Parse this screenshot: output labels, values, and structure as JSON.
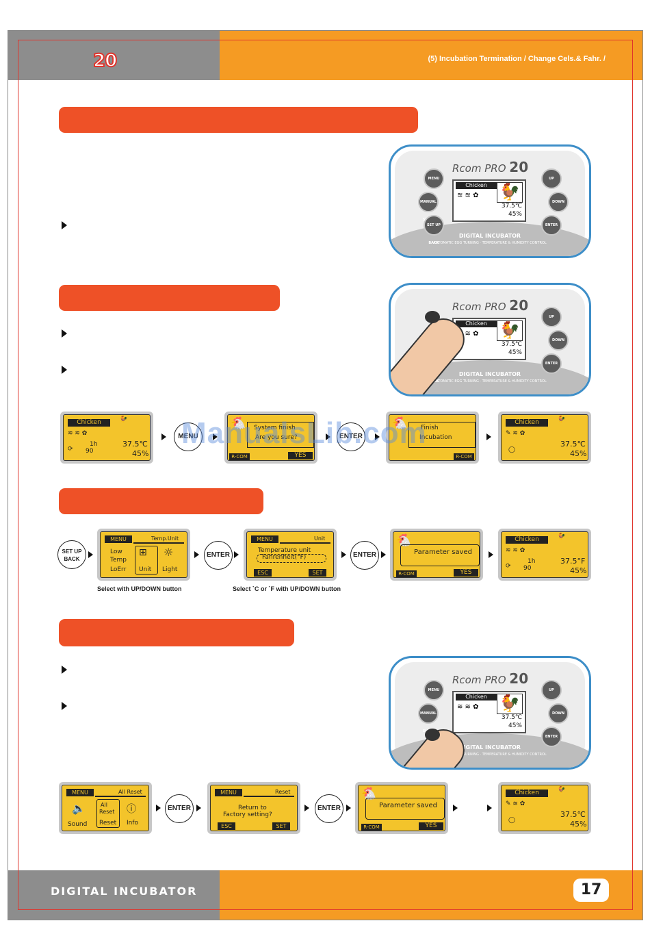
{
  "header": {
    "logo": "20",
    "title": "(5) Incubation  Termination / Change Cels.& Fahr. /"
  },
  "footer": {
    "title": "DIGITAL INCUBATOR",
    "page": "17"
  },
  "watermark": "ManualsLib.com",
  "device": {
    "brand_prefix": "Rcom PRO",
    "brand_num": "20",
    "menu": "MENU",
    "manual": "MANUAL SHIFT",
    "setup": "SET UP BACK",
    "up": "UP",
    "down": "DOWN",
    "enter": "ENTER",
    "lcd_label": "Chicken",
    "lcd_temp": "37.5℃",
    "lcd_hum": "45%",
    "label": "DIGITAL INCUBATOR",
    "sub": "AUTOMATIC EGG TURNING · TEMPERATURE & HUMIDITY CONTROL",
    "rooster": "🐓"
  },
  "row1": {
    "s1": {
      "label": "Chicken",
      "temp": "37.5℃",
      "hum": "45%",
      "time": "1h",
      "num": "90"
    },
    "btn_menu": "MENU",
    "s2": {
      "line1": "System finish",
      "line2": "Are you sure?",
      "brand": "R-COM",
      "yes": "YES"
    },
    "btn_enter": "ENTER",
    "s3": {
      "line1": "Finish",
      "line2": "Incubation",
      "brand": "R-COM"
    },
    "s4": {
      "label": "Chicken",
      "temp": "37.5℃",
      "hum": "45%"
    }
  },
  "row2": {
    "btn_setup": "SET UP\nBACK",
    "s1": {
      "menu": "MENU",
      "title": "Temp.Unit",
      "col1a": "Low",
      "col1b": "Temp",
      "col1c": "LoErr",
      "sel": "Unit",
      "light": "Light"
    },
    "btn_enter1": "ENTER",
    "s2": {
      "menu": "MENU",
      "title": "Unit",
      "line1": "Temperature unit",
      "line2": "Fahrenheit(°F)",
      "esc": "ESC",
      "set": "SET"
    },
    "btn_enter2": "ENTER",
    "s3": {
      "text": "Parameter saved",
      "brand": "R-COM",
      "yes": "YES"
    },
    "s4": {
      "label": "Chicken",
      "temp": "37.5°F",
      "hum": "45%",
      "time": "1h",
      "num": "90"
    },
    "cap1": "Select with UP/DOWN button",
    "cap2": "Select `C or `F with UP/DOWN button"
  },
  "row3": {
    "s1": {
      "menu": "MENU",
      "title": "All Reset",
      "sound": "Sound",
      "all": "All",
      "reset1": "Reset",
      "reset2": "Reset",
      "info": "Info"
    },
    "btn_enter1": "ENTER",
    "s2": {
      "menu": "MENU",
      "title": "Reset",
      "line1": "Return to",
      "line2": "Factory setting?",
      "esc": "ESC",
      "set": "SET"
    },
    "btn_enter2": "ENTER",
    "s3": {
      "text": "Parameter saved",
      "brand": "R-COM",
      "yes": "YES"
    },
    "s4": {
      "label": "Chicken",
      "temp": "37.5℃",
      "hum": "45%"
    }
  },
  "colors": {
    "orange": "#f59b23",
    "red_bar": "#ee5127",
    "gray": "#8d8d8d",
    "lcd": "#f3c42b",
    "device_border": "#3d8ec8"
  }
}
